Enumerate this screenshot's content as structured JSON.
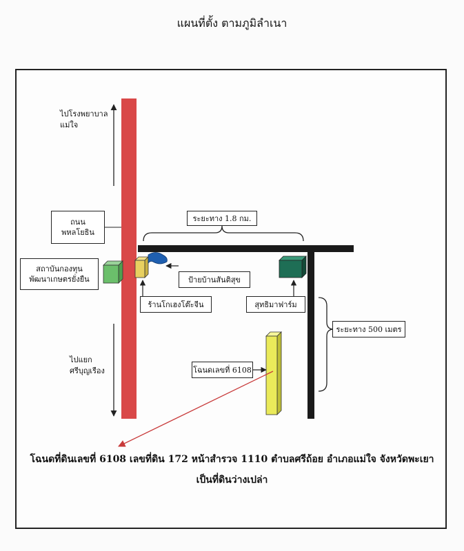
{
  "title": "แผนที่ตั้ง  ตามภูมิลำเนา",
  "labels": {
    "to_hospital": "ไปโรงพยาบาล\nแม่ใจ",
    "to_junction": "ไปแยก\nศรีบุญเรือง",
    "road": "ถนน\nพหลโยธิน",
    "institute": "สถาบันกองทุน\nพัฒนาเกษตรยั่งยืน",
    "distance_top": "ระยะทาง 1.8 กม.",
    "sign": "ป้ายบ้านสันติสุข",
    "shop": "ร้านโกเฮงโต๊ะจีน",
    "farm": "สุทธิมาฟาร์ม",
    "distance_side": "ระยะทาง 500 เมตร",
    "deed": "โฉนดเลขที่ 6108"
  },
  "caption": {
    "line1": "โฉนดที่ดินเลขที่  6108 เลขที่ดิน 172 หน้าสำรวจ 1110 ตำบลศรีถ้อย อำเภอแม่ใจ จังหวัดพะเยา",
    "line2": "เป็นที่ดินว่างเปล่า"
  },
  "colors": {
    "main_road": "#d94848",
    "side_road": "#1a1a1a",
    "institute": "#6bbf6b",
    "shop": "#e8d060",
    "sign": "#1f5fb0",
    "farm": "#1e6e55",
    "deed_plot": "#eaea5a",
    "arrow": "#c83a3a"
  }
}
